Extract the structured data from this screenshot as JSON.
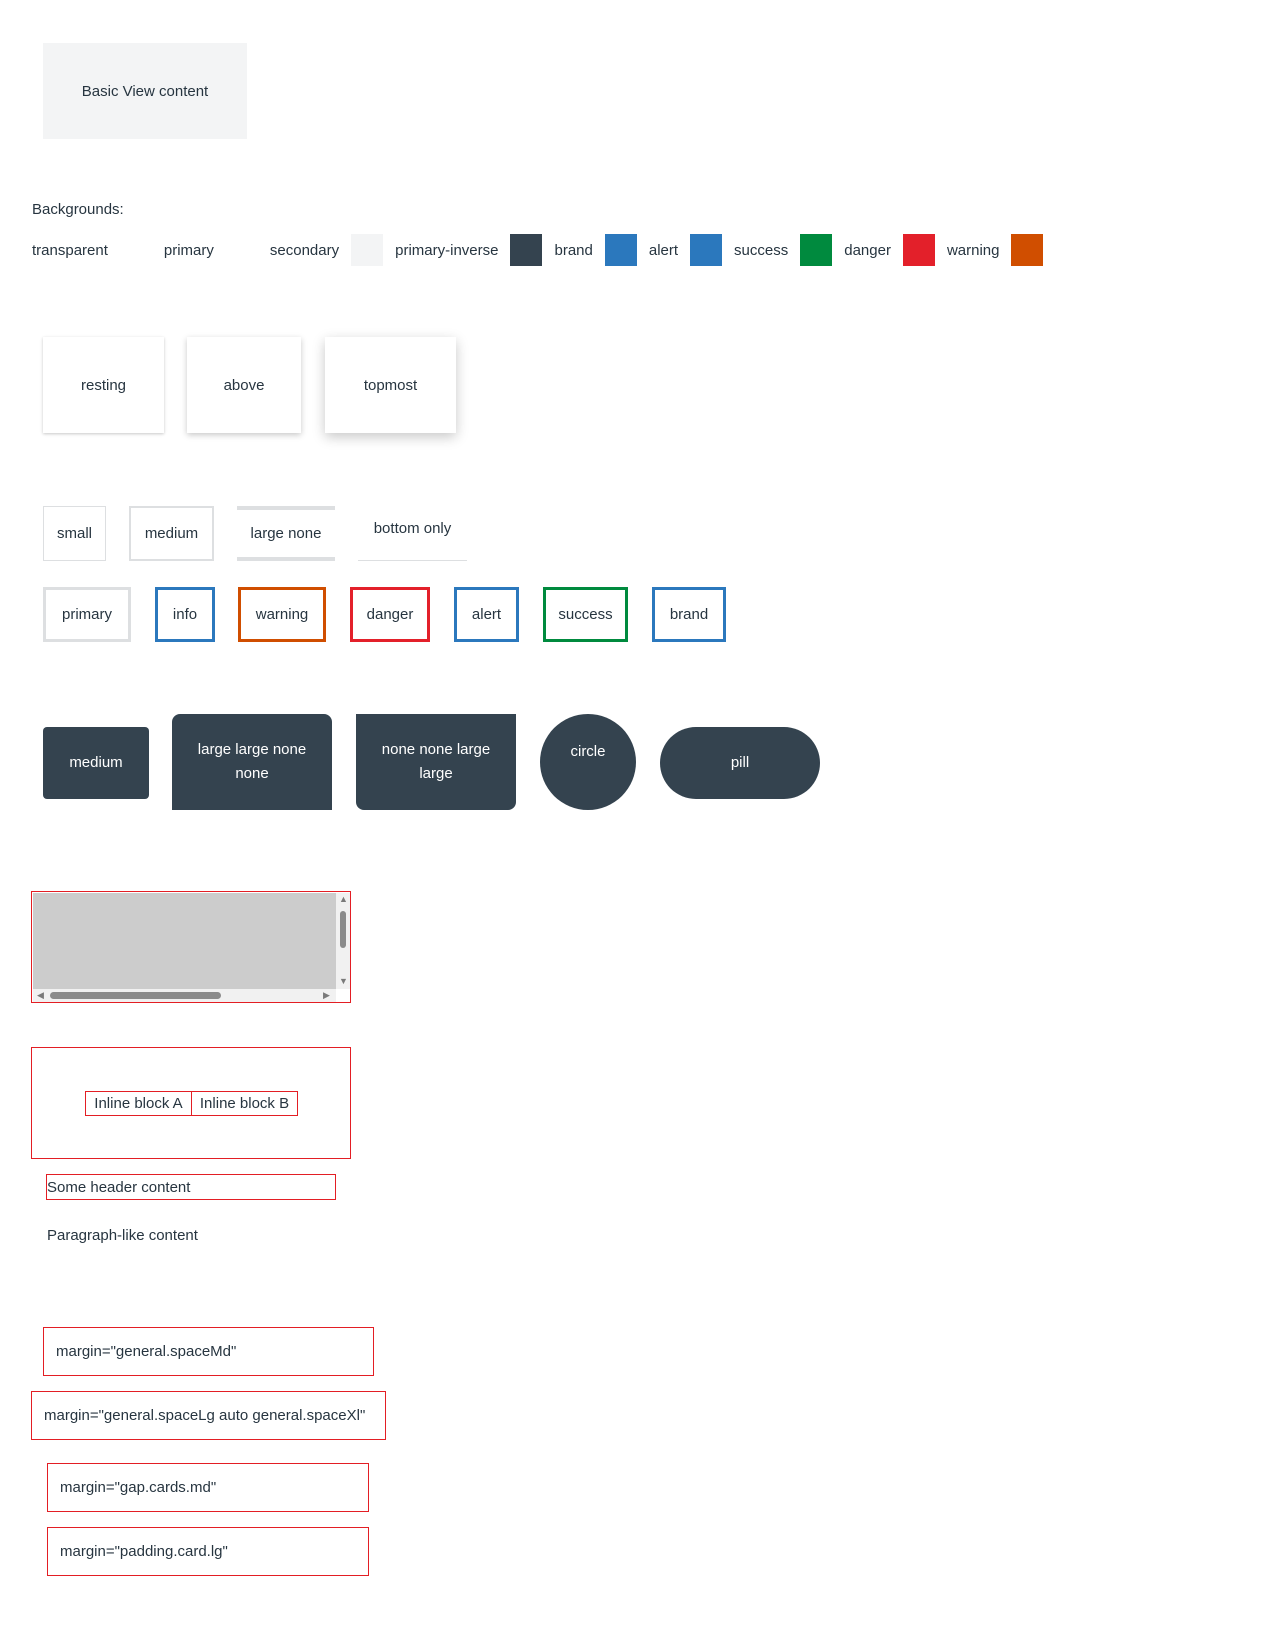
{
  "basic_view": {
    "label": "Basic View content"
  },
  "backgrounds": {
    "heading": "Backgrounds:",
    "items": [
      {
        "label": "transparent",
        "color": "transparent"
      },
      {
        "label": "primary",
        "color": "#ffffff"
      },
      {
        "label": "secondary",
        "color": "#f3f4f5"
      },
      {
        "label": "primary-inverse",
        "color": "#34434f"
      },
      {
        "label": "brand",
        "color": "#2b78bd"
      },
      {
        "label": "alert",
        "color": "#2b78bd"
      },
      {
        "label": "success",
        "color": "#008a3e"
      },
      {
        "label": "danger",
        "color": "#e3202a"
      },
      {
        "label": "warning",
        "color": "#d04e00"
      }
    ]
  },
  "shadows": {
    "resting": "resting",
    "above": "above",
    "topmost": "topmost"
  },
  "border_sizes": {
    "small": "small",
    "medium": "medium",
    "large": "large none",
    "bottom": "bottom only"
  },
  "border_colors": [
    {
      "label": "primary",
      "color": "#dddfe1"
    },
    {
      "label": "info",
      "color": "#2b78bd"
    },
    {
      "label": "warning",
      "color": "#d04e00"
    },
    {
      "label": "danger",
      "color": "#e3202a"
    },
    {
      "label": "alert",
      "color": "#2b78bd"
    },
    {
      "label": "success",
      "color": "#008a3e"
    },
    {
      "label": "brand",
      "color": "#2b78bd"
    }
  ],
  "radius": {
    "medium": "medium",
    "large_none": "large large none none",
    "none_large": "none none large large",
    "circle": "circle",
    "pill": "pill"
  },
  "inline_blocks": {
    "a": "Inline block A",
    "b": "Inline block B"
  },
  "header_box": "Some header content",
  "paragraph": "Paragraph-like content",
  "margins": [
    "margin=\"general.spaceMd\"",
    "margin=\"general.spaceLg auto general.spaceXl\"",
    "margin=\"gap.cards.md\"",
    "margin=\"padding.card.lg\""
  ]
}
